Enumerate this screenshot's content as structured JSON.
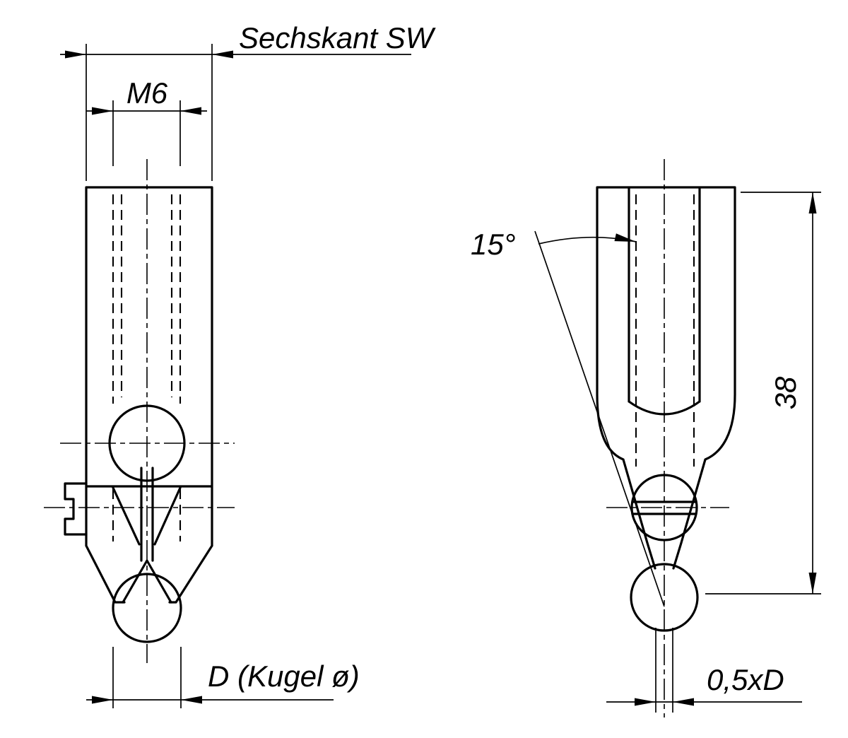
{
  "drawing": {
    "background_color": "#ffffff",
    "line_color": "#000000",
    "labels": {
      "hex_width": "Sechskant SW",
      "thread": "M6",
      "ball_diameter": "D (Kugel ø)",
      "angle": "15°",
      "length": "38",
      "ball_flat": "0,5xD"
    }
  }
}
